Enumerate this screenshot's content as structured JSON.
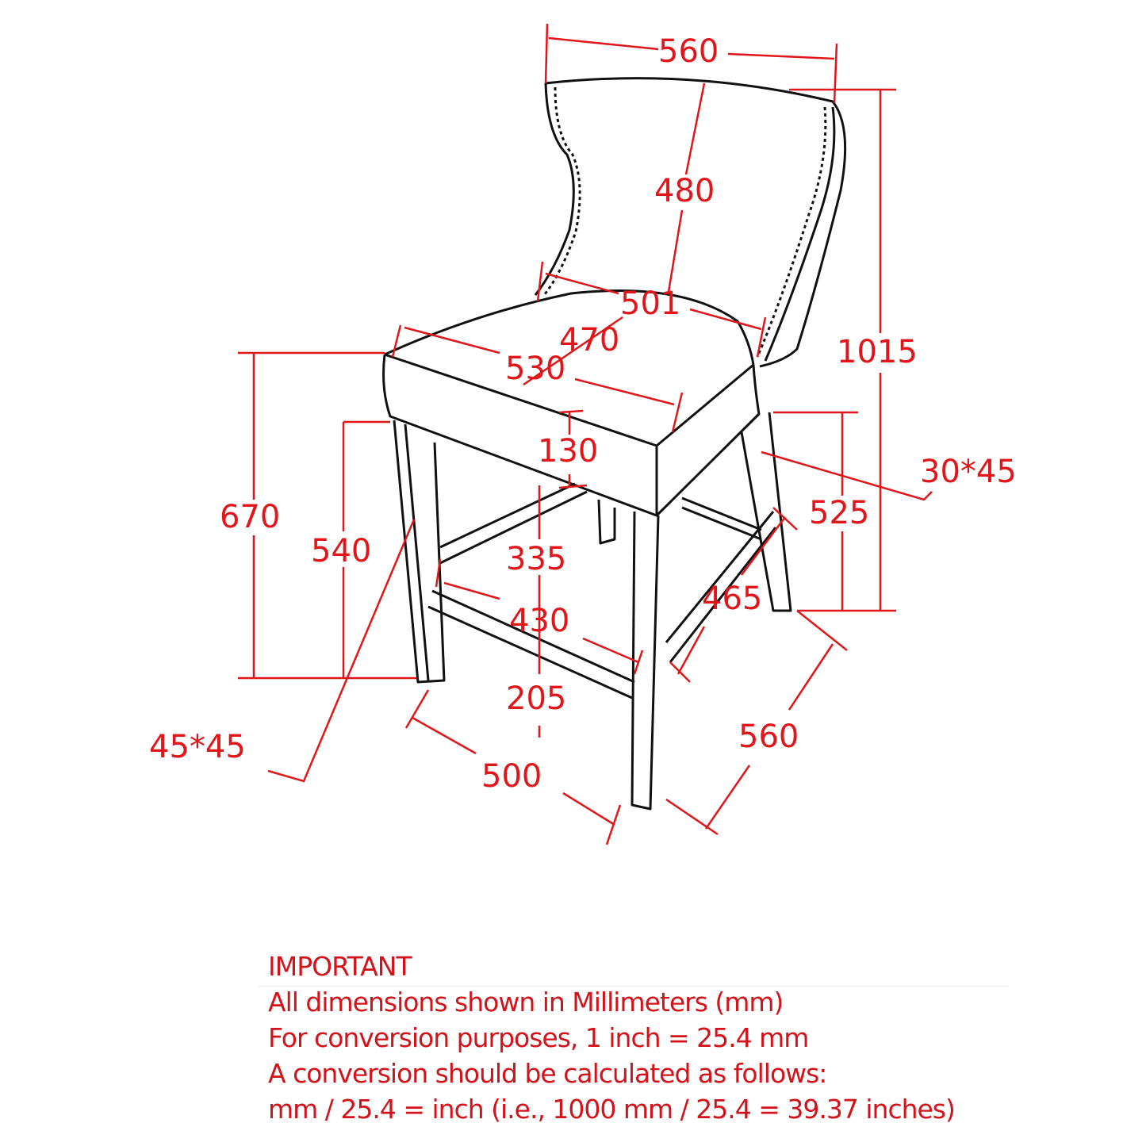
{
  "dimensions": {
    "back_width": "560",
    "back_height": "480",
    "back_inner_width": "501",
    "seat_depth": "470",
    "seat_width": "530",
    "seat_thickness": "130",
    "total_height": "1015",
    "rear_leg_section": "30*45",
    "rear_leg_height": "525",
    "seat_height": "670",
    "front_leg_height": "540",
    "stretcher_height": "335",
    "side_stretcher": "465",
    "front_stretcher": "430",
    "stretcher_floor_gap": "205",
    "front_leg_section": "45*45",
    "base_width": "500",
    "base_depth": "560"
  },
  "notes": {
    "heading": "IMPORTANT",
    "line1": "All dimensions shown in Millimeters (mm)",
    "line2": "For conversion purposes, 1 inch = 25.4 mm",
    "line3": "A conversion should be calculated as follows:",
    "line4": "mm / 25.4 = inch (i.e., 1000 mm / 25.4 = 39.37 inches)"
  },
  "colors": {
    "dimension": "#e0161b",
    "outline": "#111111"
  }
}
